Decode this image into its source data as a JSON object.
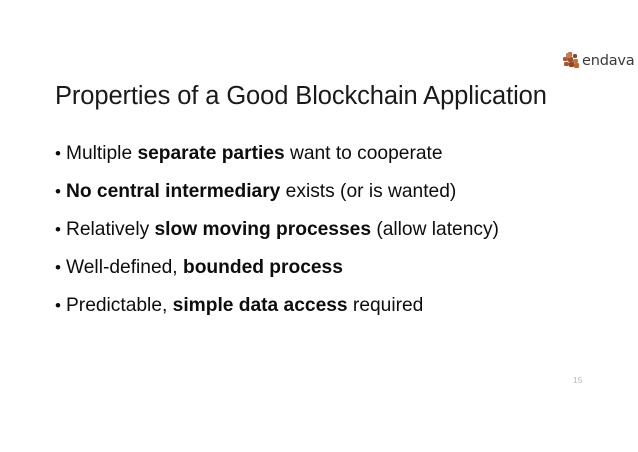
{
  "slide": {
    "title": "Properties of a Good Blockchain Application",
    "page_number": "15",
    "background_color": "#ffffff",
    "text_color": "#0d0d0d"
  },
  "logo": {
    "wordmark": "endava",
    "mark_name": "endava-petal-cluster",
    "wordmark_color": "#3a3a3a",
    "mark_colors": [
      "#c4612c",
      "#8c4a2a",
      "#b5562c",
      "#9b5130",
      "#c8703a",
      "#a8572e",
      "#8e4a28",
      "#bd6433",
      "#d07b42"
    ]
  },
  "bullets": [
    {
      "bullet_char": "•",
      "parts": [
        {
          "text": "Multiple ",
          "bold": false
        },
        {
          "text": "separate parties",
          "bold": true
        },
        {
          "text": " want to cooperate",
          "bold": false
        }
      ]
    },
    {
      "bullet_char": "•",
      "parts": [
        {
          "text": "No central intermediary",
          "bold": true
        },
        {
          "text": " exists (or is wanted)",
          "bold": false
        }
      ]
    },
    {
      "bullet_char": "•",
      "parts": [
        {
          "text": "Relatively ",
          "bold": false
        },
        {
          "text": "slow moving processes",
          "bold": true
        },
        {
          "text": " (allow latency)",
          "bold": false
        }
      ]
    },
    {
      "bullet_char": "•",
      "parts": [
        {
          "text": "Well-defined, ",
          "bold": false
        },
        {
          "text": "bounded process",
          "bold": true
        }
      ]
    },
    {
      "bullet_char": "•",
      "parts": [
        {
          "text": "Predictable, ",
          "bold": false
        },
        {
          "text": "simple data access",
          "bold": true
        },
        {
          "text": " required",
          "bold": false
        }
      ]
    }
  ]
}
